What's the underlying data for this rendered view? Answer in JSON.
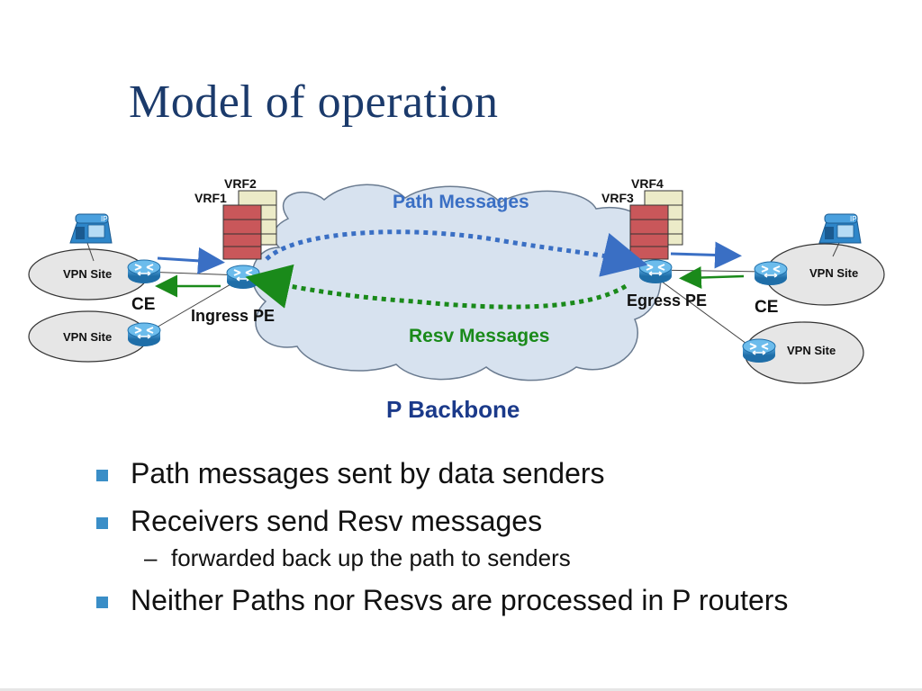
{
  "title": "Model of operation",
  "diagram": {
    "backbone_label": "P Backbone",
    "path_messages_label": "Path Messages",
    "resv_messages_label": "Resv Messages",
    "ingress_pe_label": "Ingress PE",
    "egress_pe_label": "Egress PE",
    "ce_left_label": "CE",
    "ce_right_label": "CE",
    "vrf_left_front": "VRF1",
    "vrf_left_back": "VRF2",
    "vrf_right_front": "VRF3",
    "vrf_right_back": "VRF4",
    "vpn_site_left_top": "VPN Site",
    "vpn_site_left_bottom": "VPN Site",
    "vpn_site_right_top": "VPN Site",
    "vpn_site_right_bottom": "VPN Site",
    "ip_phone_label": "IP",
    "colors": {
      "path": "#3a6fc4",
      "resv": "#1a8a1a",
      "cloud_fill": "#d7e2ef",
      "vrf_front": "#c9575a",
      "vrf_back": "#ecebc8",
      "router": "#2b7fc1",
      "title": "#1b3a6b",
      "bullet": "#3a8ec7"
    }
  },
  "bullets": [
    {
      "level": 1,
      "text": "Path messages sent by data senders"
    },
    {
      "level": 1,
      "text": "Receivers send Resv messages"
    },
    {
      "level": 2,
      "text": "forwarded back up the path to senders"
    },
    {
      "level": 1,
      "text": "Neither Paths nor Resvs are processed in P routers"
    }
  ]
}
